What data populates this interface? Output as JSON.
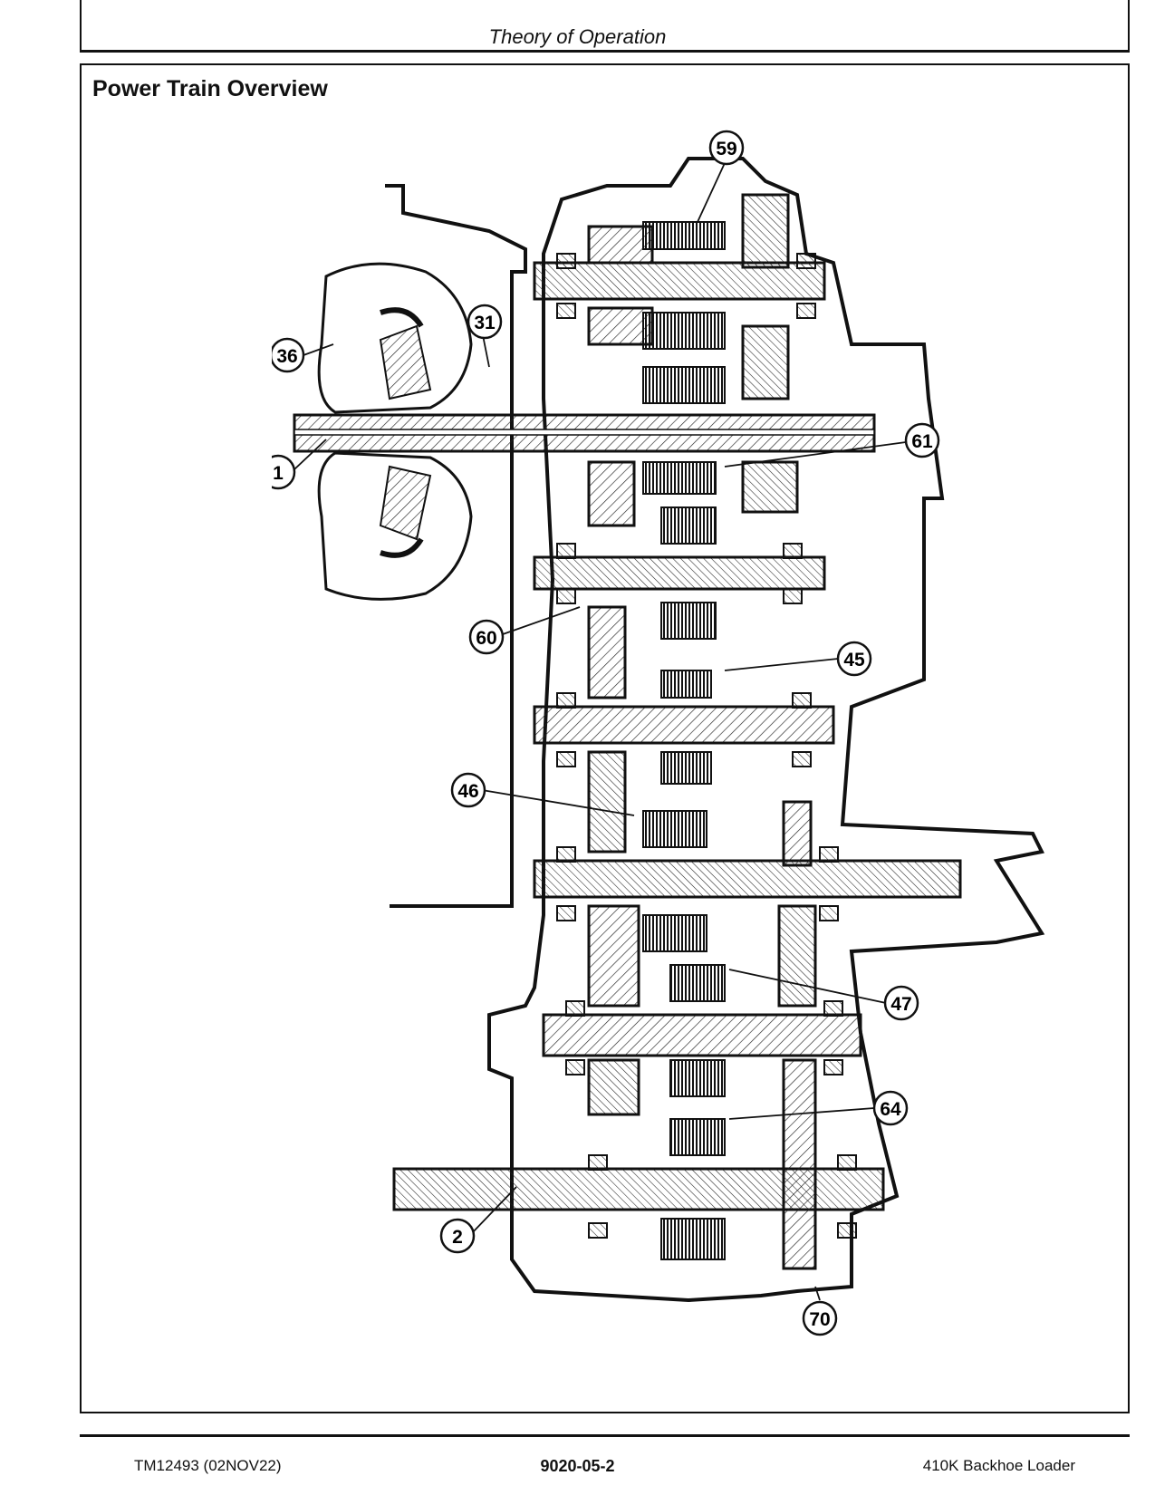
{
  "header": {
    "title": "Theory of Operation"
  },
  "section": {
    "title": "Power Train Overview"
  },
  "callouts": [
    "59",
    "31",
    "36",
    "61",
    "1",
    "60",
    "45",
    "46",
    "47",
    "64",
    "2",
    "70"
  ],
  "footer": {
    "doc_id": "TM12493 (02NOV22)",
    "page_number": "9020-05-2",
    "model": "410K Backhoe Loader"
  }
}
